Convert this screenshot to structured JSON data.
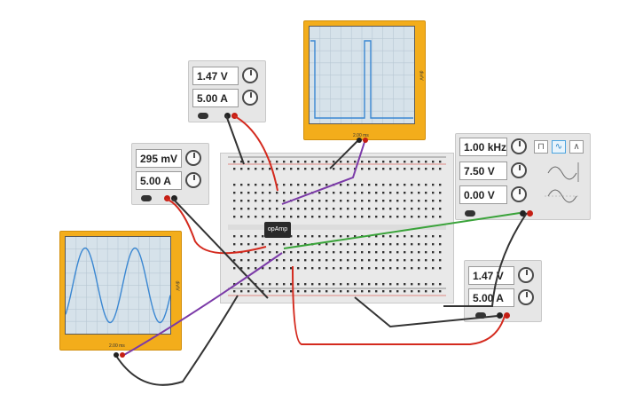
{
  "breadboard": {
    "chip_label": "opAmp"
  },
  "power_supply_top": {
    "voltage": "1.47 V",
    "current": "5.00 A"
  },
  "power_supply_left": {
    "voltage": "295 mV",
    "current": "5.00 A"
  },
  "power_supply_bottom_right": {
    "voltage": "1.47 V",
    "current": "5.00 A"
  },
  "function_generator": {
    "frequency": "1.00 kHz",
    "amplitude": "7.50 V",
    "offset": "0.00 V",
    "waveforms": [
      "square-wave-icon",
      "sine-wave-icon",
      "triangle-wave-icon"
    ],
    "selected_waveform": "sine-wave-icon"
  },
  "oscilloscope_top": {
    "timebase": "2.00 ms",
    "side_label": "div/V",
    "trace": "square"
  },
  "oscilloscope_bottom_left": {
    "timebase": "2.00 ms",
    "side_label": "div/V",
    "trace": "sine"
  },
  "colors": {
    "scope_frame": "#f3ad1b",
    "screen_bg": "#d6e2ea",
    "trace": "#3a87d2",
    "wire_red": "#d42a1e",
    "wire_black": "#333333",
    "wire_purple": "#7b3aa8",
    "wire_green": "#3aa33a"
  }
}
